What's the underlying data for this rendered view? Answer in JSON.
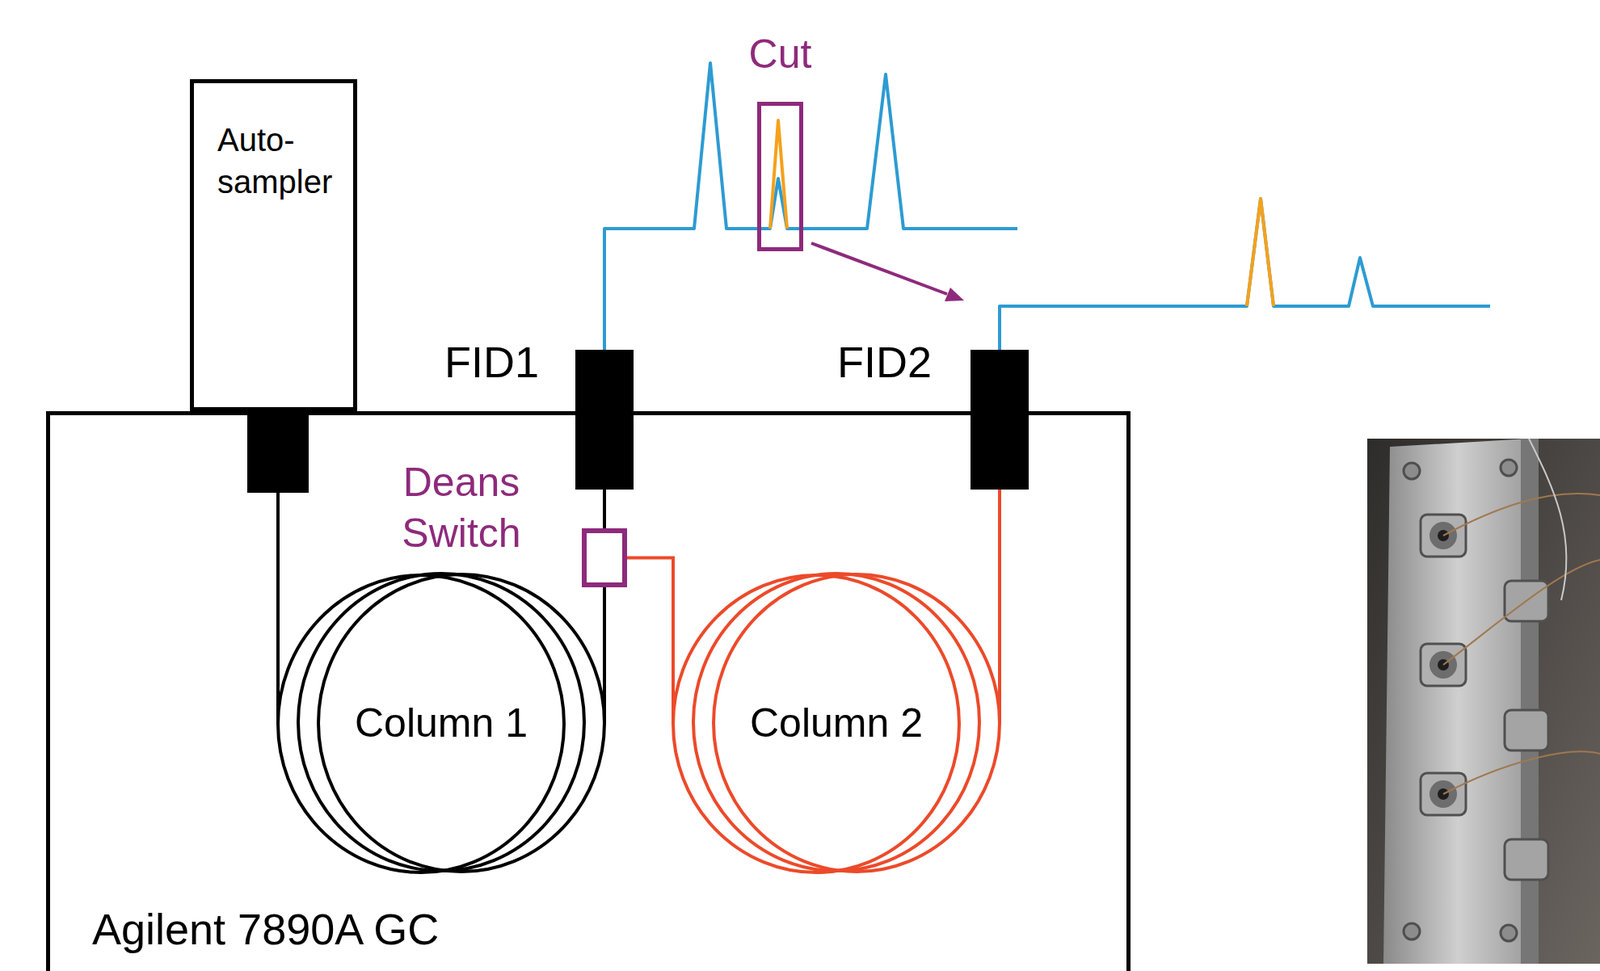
{
  "diagram": {
    "nodes": [
      {
        "text": [
          "Cut"
        ]
      },
      {
        "text": [
          "Auto- sampler"
        ]
      },
      {
        "text": [
          "FID1"
        ]
      },
      {
        "text": [
          "FID2"
        ]
      },
      {
        "text": [
          "Agilent 7890A GC"
        ]
      },
      {
        "text": [
          "Deans Switch"
        ],
        "in": 4
      },
      {
        "text": [
          "Column 1"
        ],
        "in": 4
      },
      {
        "text": [
          "Column 2"
        ],
        "in": 4
      }
    ],
    "edges": [
      {
        "from": 6,
        "to": 5,
        "arrow": "none"
      },
      {
        "from": 5,
        "to": 2,
        "arrow": "none"
      },
      {
        "from": 5,
        "to": 7,
        "arrow": "none"
      },
      {
        "from": 7,
        "to": 3,
        "arrow": "none"
      }
    ]
  }
}
